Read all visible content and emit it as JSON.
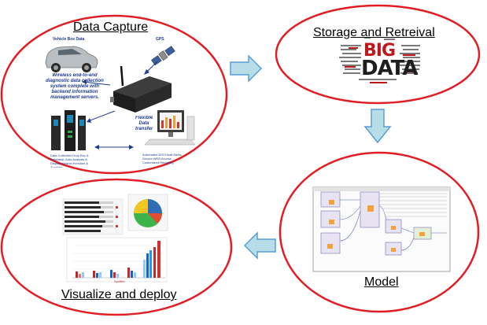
{
  "stages": {
    "capture": {
      "title": "Data Capture",
      "vehicle_label": "Vehicle Box Data",
      "gps_label": "GPS",
      "description": "Wireless end-to-end diagnostic data collection system complete with backend information management servers.",
      "flexible_label": "Flexible Data transfer",
      "left_caption": "Data Collection Drop Box & Database, Auto Analysis & Display, Search Function & Tracking",
      "right_caption": "Automated DIS Email Alerts, Secure WEB Access, Customized Reporting"
    },
    "storage": {
      "title": "Storage and Retreival",
      "word_big": "BIG",
      "word_data": "DATA"
    },
    "model": {
      "title": "Model"
    },
    "visualize": {
      "title": "Visualize and deploy",
      "brand": "Spotfire"
    }
  },
  "colors": {
    "ellipse_stroke": "#e01e24",
    "arrow_fill": "#b7dde8",
    "arrow_stroke": "#5b9bd5",
    "caption_text": "#1f3a93",
    "big_data_red": "#c0171d"
  },
  "icons": [
    "car-icon",
    "satellite-icon",
    "device-box-icon",
    "server-rack-icon",
    "computer-monitor-icon",
    "word-cloud-icon",
    "workflow-diagram",
    "dashboard-image"
  ]
}
